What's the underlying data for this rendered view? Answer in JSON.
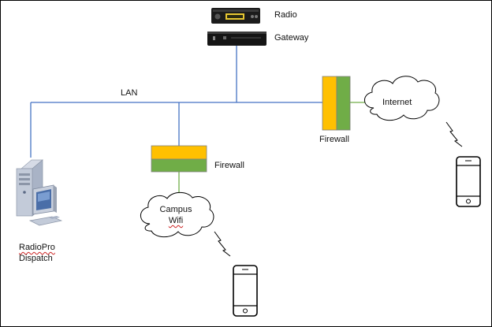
{
  "colors": {
    "lan_line": "#4472c4",
    "firewall_link": "#70ad47",
    "firewall_top": "#ffc000",
    "firewall_bottom": "#70ad47",
    "device_dark": "#1c1c1c",
    "radio_accent": "#e8c832",
    "border": "#000000"
  },
  "labels": {
    "radio": "Radio",
    "gateway": "Gateway",
    "lan": "LAN",
    "firewall_right": "Firewall",
    "internet": "Internet",
    "firewall_mid": "Firewall",
    "campus_line1": "Campus",
    "campus_line2": "Wifi",
    "dispatch_line1": "RadioPro",
    "dispatch_line2": "Dispatch"
  },
  "icons": {
    "radio": "radio-icon",
    "gateway": "gateway-icon",
    "computer": "computer-icon",
    "phone": "smartphone-icon",
    "wireless": "lightning-icon",
    "cloud": "cloud-icon"
  }
}
